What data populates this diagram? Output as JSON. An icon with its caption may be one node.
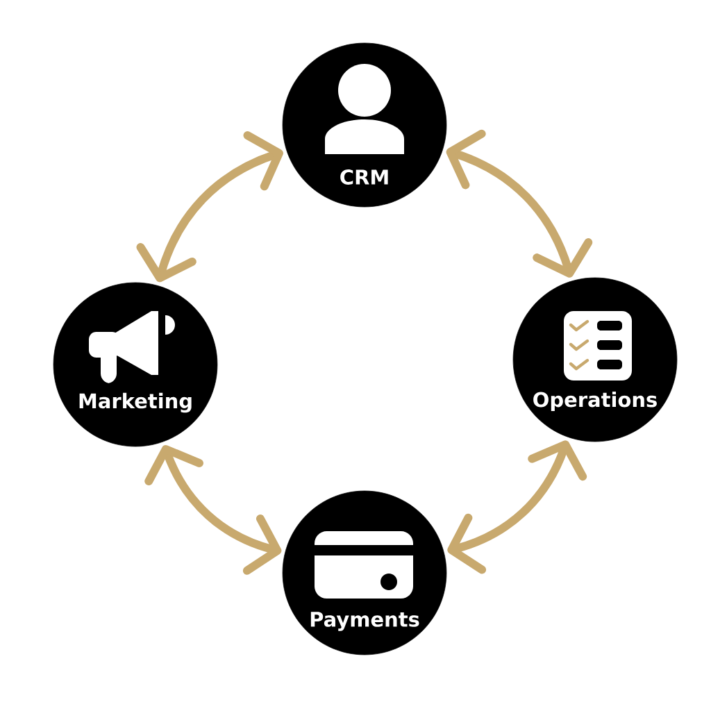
{
  "diagram": {
    "nodes": [
      {
        "text": [
          "CRM"
        ]
      },
      {
        "text": [
          "Operations"
        ]
      },
      {
        "text": [
          "Payments"
        ]
      },
      {
        "text": [
          "Marketing"
        ]
      }
    ],
    "edges": [
      {
        "from": 0,
        "to": 1,
        "arrow": "both"
      },
      {
        "from": 1,
        "to": 2,
        "arrow": "both"
      },
      {
        "from": 2,
        "to": 3,
        "arrow": "both"
      },
      {
        "from": 3,
        "to": 0,
        "arrow": "both"
      }
    ]
  }
}
